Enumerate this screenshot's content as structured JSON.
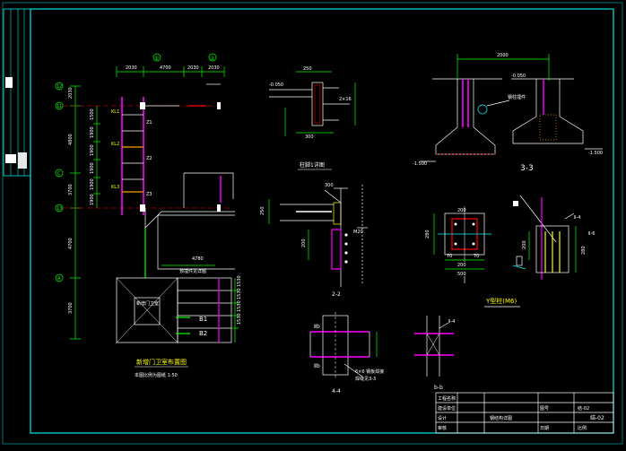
{
  "colors": {
    "background": "#000000",
    "frame": "#00e5e5",
    "line": "#ffffff",
    "dim": "#00ff00",
    "steel": "#ff00ff",
    "annotation": "#ffff00",
    "hatch": "#ff0000",
    "accent": "#00ffff",
    "warm": "#ff9900"
  },
  "plan": {
    "axes_left": [
      "12",
      "11",
      "C",
      "13",
      "A"
    ],
    "axis_top": [
      "①",
      "②"
    ],
    "top_dims": [
      "2030",
      "4700",
      "2030",
      "2030"
    ],
    "left_dims": [
      "2030",
      "4800",
      "3700",
      "4700",
      "3700"
    ],
    "inner_dims": [
      "1500",
      "1900",
      "1900",
      "1900",
      "1900",
      "1900"
    ],
    "title": "新增门卫室布置图",
    "subtitle": "本图比例为图纸 1:50",
    "room_label": "新增门卫室",
    "beam_labels": [
      "KL1",
      "KL2",
      "KL3",
      "Z1",
      "Z2",
      "Z3",
      "B1",
      "B2"
    ],
    "right_dims": [
      "1530",
      "1530",
      "1530",
      "1530"
    ],
    "bottom_dim": "4780",
    "note": "预埋件见详图"
  },
  "detail_top_mid": {
    "title": "柱脚1详图",
    "labels": [
      "-0.050",
      "250",
      "300",
      "2×16"
    ]
  },
  "detail_top_right": {
    "title": "3-3",
    "top_dim": "2000",
    "elev_top": "-0.050",
    "elev_bottom": "-1.500",
    "elev_left": "-1.500",
    "callout": "钢柱埋件"
  },
  "detail_mid": {
    "title": "2-2",
    "labels": [
      "250",
      "300",
      "M20",
      "200"
    ]
  },
  "detail_plate": {
    "labels": [
      "280",
      "200",
      "200",
      "500",
      "70",
      "70"
    ]
  },
  "detail_right": {
    "title": "Y型柱(M6)",
    "labels": [
      "200",
      "280",
      "Ⅱ-6",
      "Ⅱ-4"
    ]
  },
  "detail_44": {
    "title": "4-4",
    "mark_top": "Ⅱb",
    "mark_bottom": "Ⅱb",
    "note": "6×6 钢板焊接",
    "note2": "焊缝见3-3"
  },
  "detail_bb": {
    "title": "b-b",
    "mark": "Ⅱ-4"
  },
  "title_block": {
    "rows": [
      [
        "工程名称",
        "",
        "",
        ""
      ],
      [
        "建设单位",
        "",
        "图号",
        "结-02"
      ],
      [
        "设计",
        "",
        "钢结构详图",
        ""
      ],
      [
        "审核",
        "",
        "日期",
        "比例"
      ]
    ],
    "drawing_title": "钢结构详图",
    "sheet_no": "结-02"
  }
}
